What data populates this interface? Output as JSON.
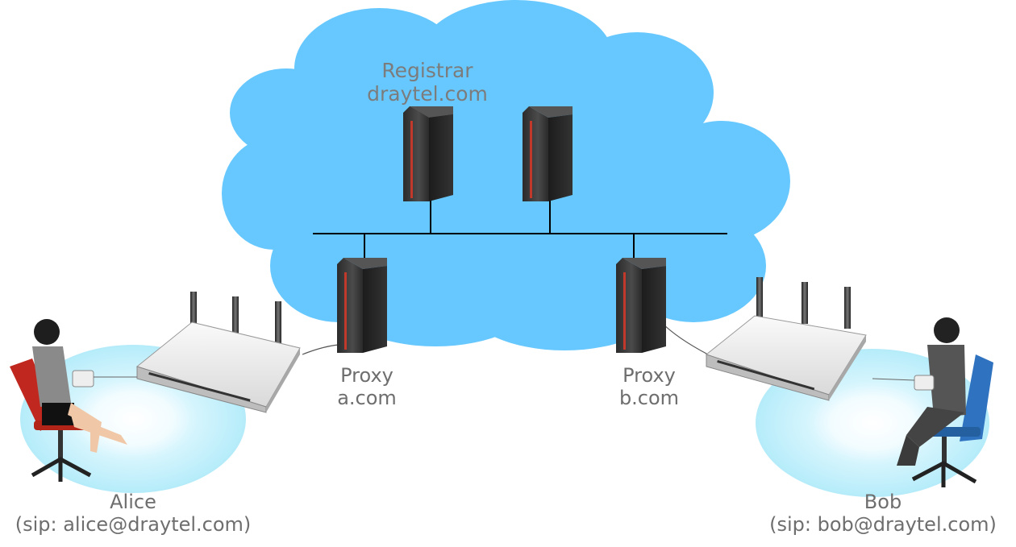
{
  "registrar": {
    "title": "Registrar",
    "domain": "draytel.com"
  },
  "proxy_a": {
    "title": "Proxy",
    "domain": "a.com"
  },
  "proxy_b": {
    "title": "Proxy",
    "domain": "b.com"
  },
  "alice": {
    "name": "Alice",
    "address": "(sip: alice@draytel.com)"
  },
  "bob": {
    "name": "Bob",
    "address": "(sip: bob@draytel.com)"
  },
  "colors": {
    "cloud": "#66c8ff",
    "server_dark": "#3a3a3a",
    "server_stripe": "#c0392b",
    "halo": "#c9f1fb",
    "router": "#e9e9e9",
    "line": "#000000"
  }
}
